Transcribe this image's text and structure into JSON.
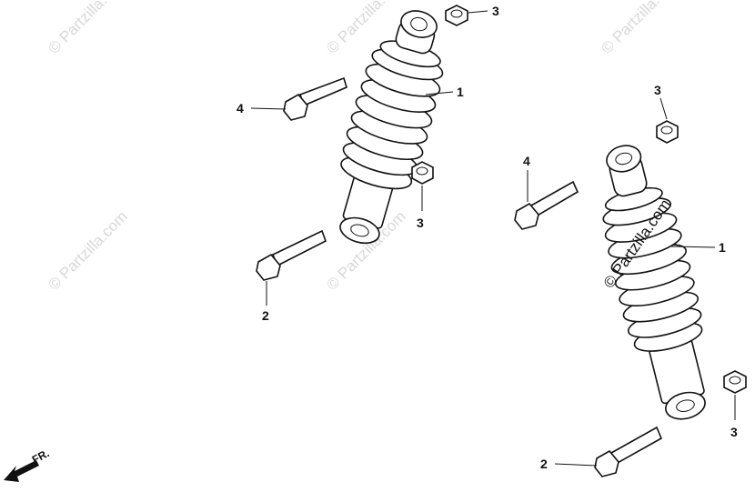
{
  "watermark": {
    "text": "© Partzilla.com"
  },
  "callouts": {
    "left_shock": "1",
    "left_lower_bolt": "2",
    "left_top_nut": "3",
    "left_lower_nut": "3",
    "left_upper_bolt": "4",
    "right_shock": "1",
    "right_lower_bolt": "2",
    "right_top_nut": "3",
    "right_lower_nut": "3",
    "right_upper_bolt": "4"
  },
  "direction": {
    "label": "FR."
  }
}
